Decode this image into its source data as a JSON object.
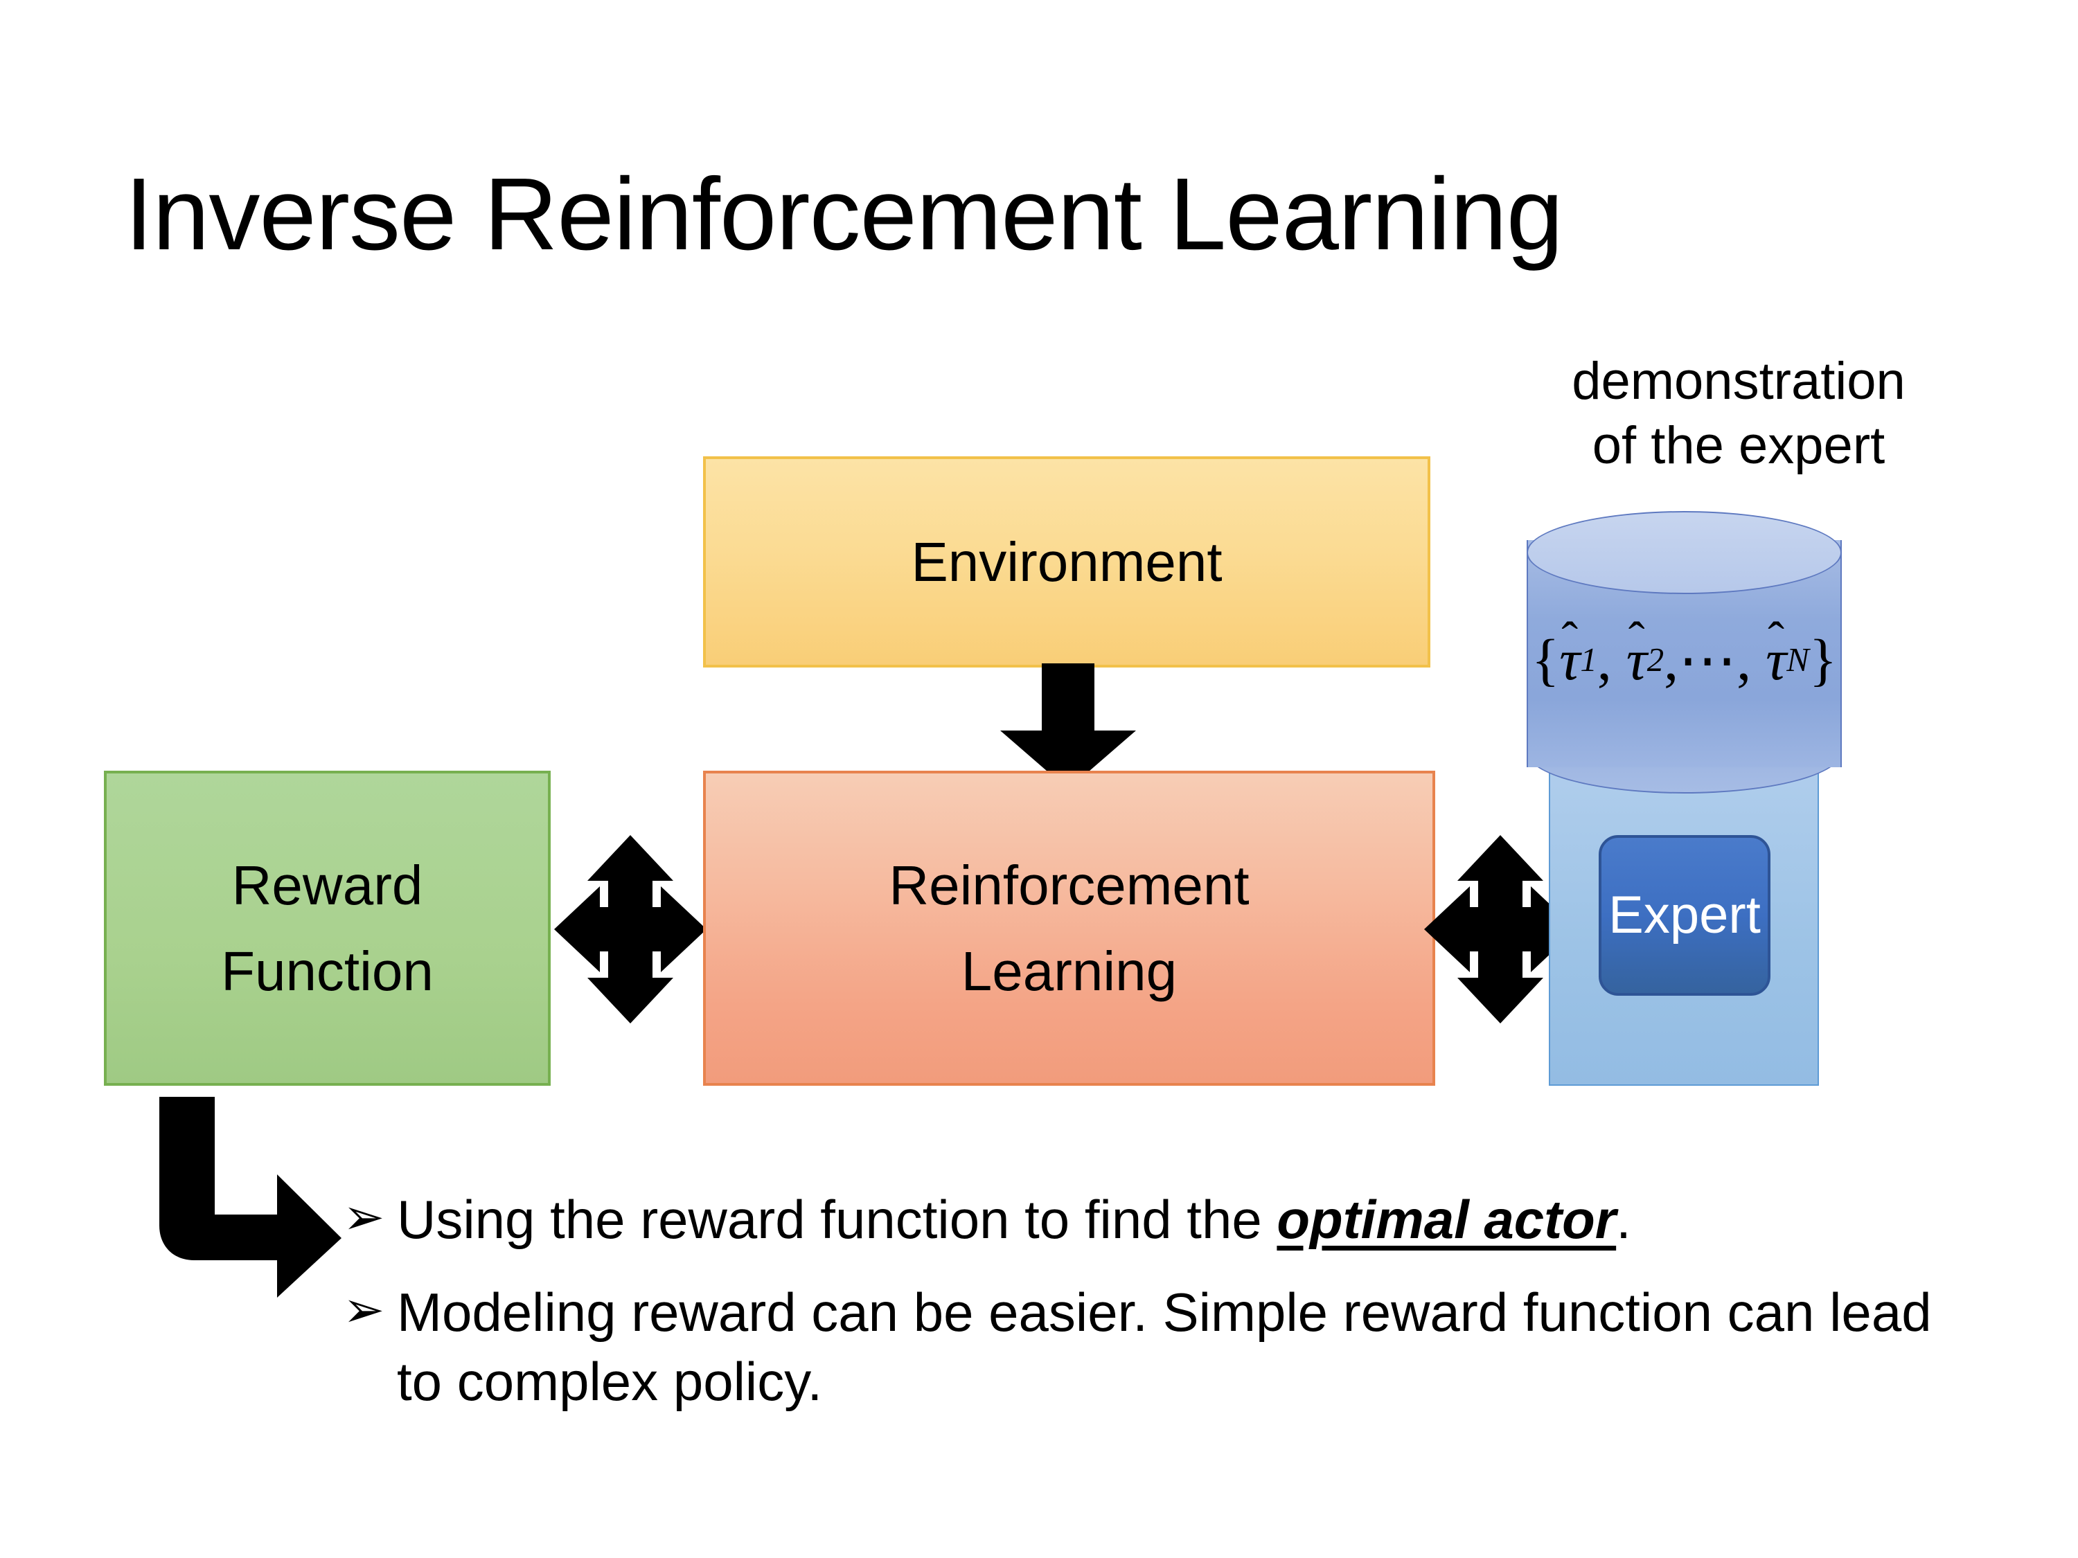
{
  "slide": {
    "title": "Inverse Reinforcement Learning",
    "background_color": "#FFFFFF"
  },
  "diagram": {
    "environment": {
      "label": "Environment",
      "fill_color": "#FBDB93",
      "border_color": "#F2C14A"
    },
    "reinforcement_learning": {
      "label_line1": "Reinforcement",
      "label_line2": "Learning",
      "fill_color": "#F4A486",
      "border_color": "#E8834E"
    },
    "reward_function": {
      "label_line1": "Reward",
      "label_line2": "Function",
      "fill_color": "#A9D18E",
      "border_color": "#77B050"
    },
    "demonstration": {
      "caption_line1": "demonstration",
      "caption_line2": "of the expert",
      "cylinder_formula_open": "{",
      "cylinder_formula_tau": "τ",
      "cylinder_formula_hat": "̂",
      "cylinder_formula_sub1": "1",
      "cylinder_formula_sub2": "2",
      "cylinder_formula_subN": "N",
      "cylinder_formula_ellipsis": "⋯",
      "cylinder_formula_comma": ",",
      "cylinder_formula_close": "}",
      "cylinder_formula_plain": "{τ̂1, τ̂2, ⋯, τ̂N}",
      "cylinder_fill_color": "#8FAADC",
      "cylinder_border_color": "#5E79C0"
    },
    "expert": {
      "label": "Expert",
      "panel_fill_color": "#9DC3E6",
      "panel_border_color": "#5E9BD5",
      "box_fill_color": "#4472C4",
      "box_border_color": "#2E5496",
      "text_color": "#FFFFFF"
    },
    "arrows": {
      "environment_to_rl": "down-arrow",
      "reward_to_rl": "double-headed-arrow-pair",
      "rl_to_expert": "double-headed-arrow-pair",
      "reward_to_bullets": "bent-arrow",
      "color": "#000000"
    }
  },
  "bullets": [
    {
      "marker": "➢",
      "text_before": "Using the reward function to find the ",
      "emphasis": "optimal actor",
      "text_after": "."
    },
    {
      "marker": "➢",
      "text_before": "Modeling reward can be easier. Simple reward function can lead to complex policy.",
      "emphasis": "",
      "text_after": ""
    }
  ]
}
